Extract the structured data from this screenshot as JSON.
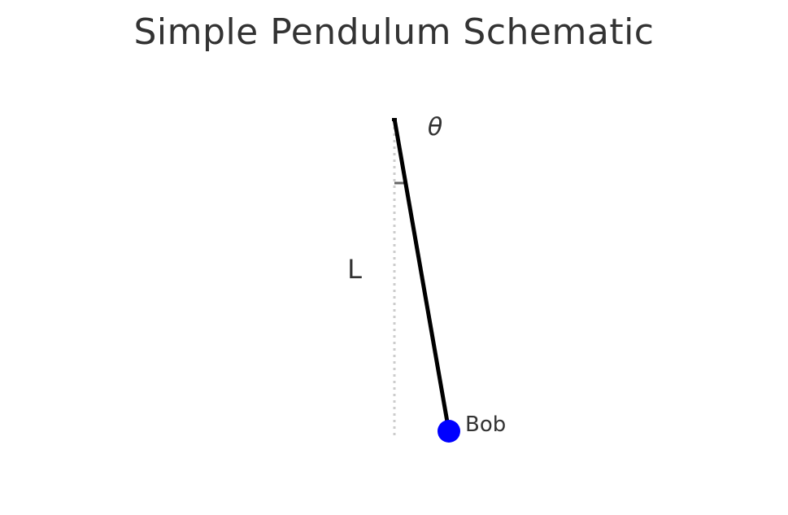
{
  "diagram": {
    "title": "Simple Pendulum Schematic",
    "labels": {
      "angle": "θ",
      "length": "L",
      "bob": "Bob"
    },
    "colors": {
      "rod": "#000000",
      "bob": "#0000ff",
      "reference_line": "#cccccc",
      "angle_marker": "#666666",
      "text": "#333333"
    }
  }
}
